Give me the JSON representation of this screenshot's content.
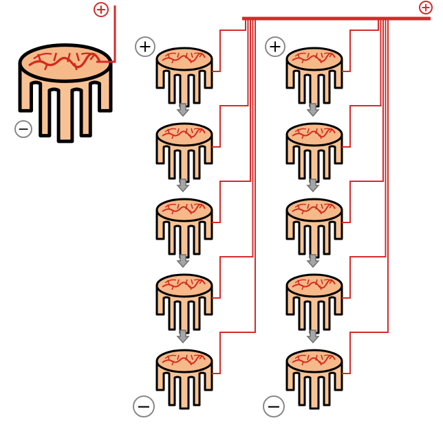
{
  "diagram": {
    "description_colors": {
      "background": "#ffffff",
      "cell_fill": "#f8c394",
      "cell_top_fill": "#f6b98a",
      "outline": "#000000",
      "wire": "#d42a2a",
      "vein": "#d42a1a",
      "terminal_circle": "#888888",
      "arrow_fill": "#a6a6a6",
      "arrow_stroke": "#6f6f6f"
    },
    "terminal_symbols": {
      "positive": "+",
      "negative": "−"
    },
    "single_cell": {
      "cell_count": 1,
      "icons": [
        "positive-terminal-icon",
        "negative-terminal-icon",
        "battery-cell-icon"
      ]
    },
    "stacks": [
      {
        "cell_count": 5,
        "arrow_count": 4,
        "icons": [
          "battery-cell-icon",
          "down-arrow-icon",
          "positive-terminal-icon",
          "negative-terminal-icon"
        ]
      },
      {
        "cell_count": 5,
        "arrow_count": 4,
        "icons": [
          "battery-cell-icon",
          "down-arrow-icon",
          "positive-terminal-icon",
          "negative-terminal-icon"
        ]
      }
    ],
    "shared_bus": {
      "icons": [
        "positive-bus-terminal-icon"
      ]
    }
  }
}
